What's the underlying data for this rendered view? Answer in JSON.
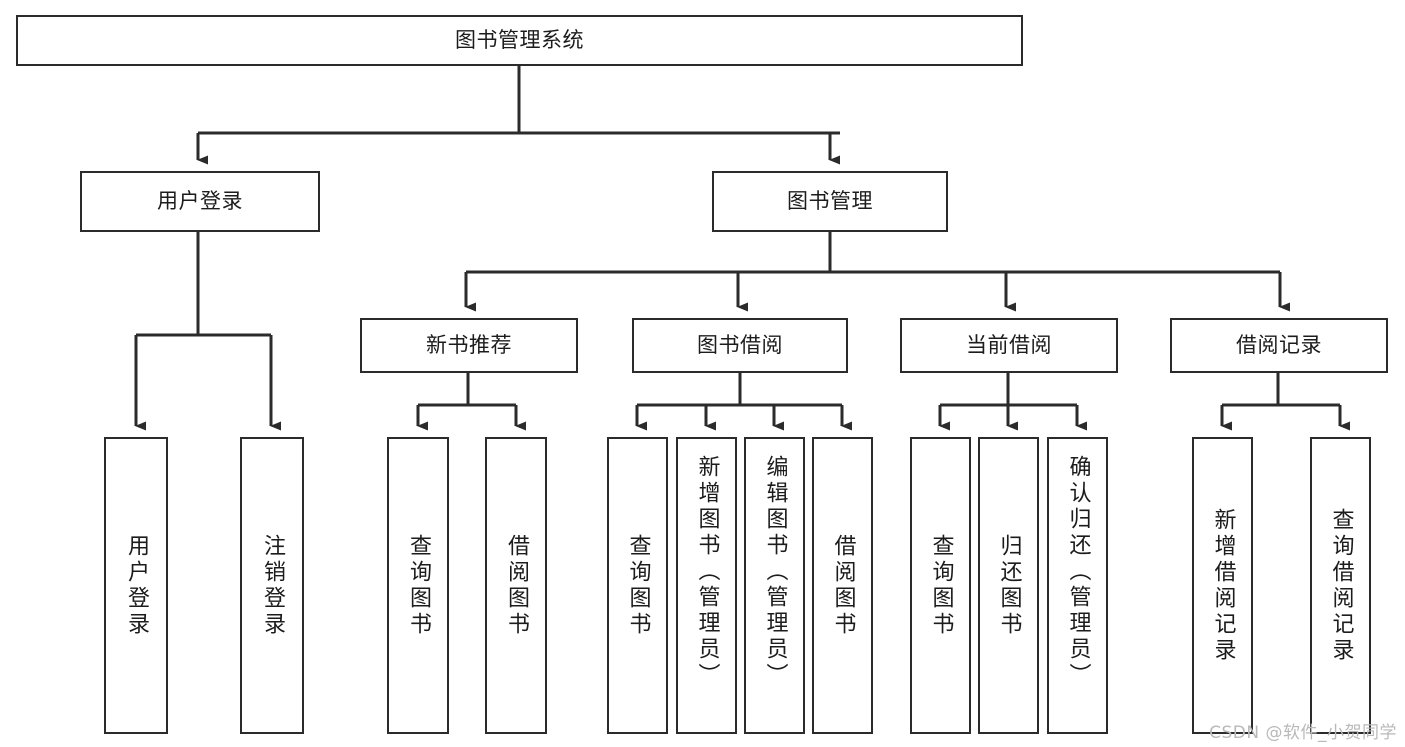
{
  "diagram": {
    "type": "tree",
    "title": "图书管理系统",
    "background_color": "#ffffff",
    "stroke_color": "#2b2b2b",
    "text_color": "#1c1c1c",
    "watermark": "CSDN @软件_小贺同学",
    "root": {
      "label": "图书管理系统"
    },
    "level1": [
      {
        "label": "用户登录"
      },
      {
        "label": "图书管理"
      }
    ],
    "level2": [
      {
        "label": "新书推荐"
      },
      {
        "label": "图书借阅"
      },
      {
        "label": "当前借阅"
      },
      {
        "label": "借阅记录"
      }
    ],
    "leaves": {
      "user_login": [
        {
          "label": "用户登录"
        },
        {
          "label": "注销登录"
        }
      ],
      "new_book_recommend": [
        {
          "label": "查询图书"
        },
        {
          "label": "借阅图书"
        }
      ],
      "book_borrow": [
        {
          "label": "查询图书"
        },
        {
          "label": "新增图书（管理员）"
        },
        {
          "label": "编辑图书（管理员）"
        },
        {
          "label": "借阅图书"
        }
      ],
      "current_borrow": [
        {
          "label": "查询图书"
        },
        {
          "label": "归还图书"
        },
        {
          "label": "确认归还（管理员）"
        }
      ],
      "borrow_record": [
        {
          "label": "新增借阅记录"
        },
        {
          "label": "查询借阅记录"
        }
      ]
    }
  }
}
